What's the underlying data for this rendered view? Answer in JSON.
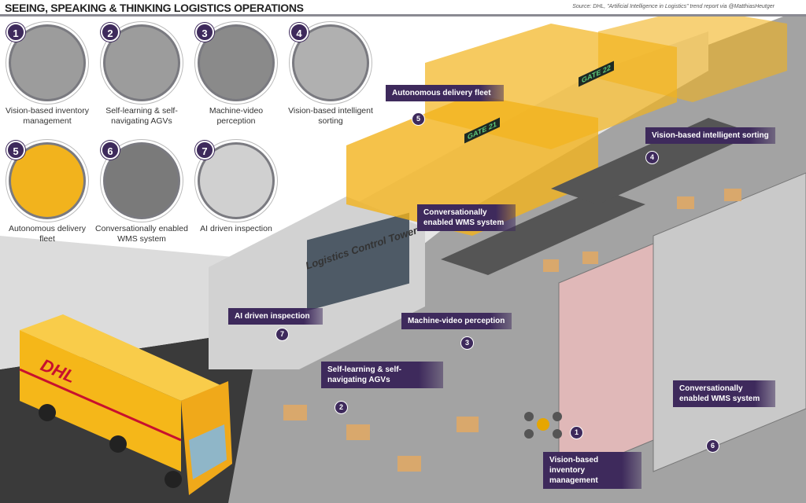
{
  "header": {
    "title": "SEEING, SPEAKING & THINKING LOGISTICS OPERATIONS",
    "source": "Source: DHL, \"Artificial Intelligence in Logistics\" trend report via @MatthiasHeutger"
  },
  "legend": [
    {
      "num": "1",
      "caption": "Vision-based inventory management"
    },
    {
      "num": "2",
      "caption": "Self-learning & self-navigating AGVs"
    },
    {
      "num": "3",
      "caption": "Machine-video perception"
    },
    {
      "num": "4",
      "caption": "Vision-based intelligent sorting"
    },
    {
      "num": "5",
      "caption": "Autonomous delivery fleet"
    },
    {
      "num": "6",
      "caption": "Conversationally enabled WMS system"
    },
    {
      "num": "7",
      "caption": "AI driven inspection"
    }
  ],
  "scene": {
    "tower": "Logistics Control Tower",
    "gate21": "GATE 21",
    "gate22": "GATE 22",
    "brand": "DHL",
    "labels": [
      {
        "num": "5",
        "text": "Autonomous delivery fleet"
      },
      {
        "num": "4",
        "text": "Vision-based intelligent sorting"
      },
      {
        "num": "",
        "text": "Conversationally enabled WMS system"
      },
      {
        "num": "7",
        "text": "AI driven inspection"
      },
      {
        "num": "3",
        "text": "Machine-video perception"
      },
      {
        "num": "2",
        "text": "Self-learning & self-navigating AGVs"
      },
      {
        "num": "6",
        "text": "Conversationally enabled WMS system"
      },
      {
        "num": "1",
        "text": "Vision-based inventory management"
      }
    ]
  },
  "colors": {
    "accent": "#3e2a5c",
    "dhl_yellow": "#f5b719",
    "dhl_red": "#c8102e",
    "floor": "#a3a3a3"
  }
}
